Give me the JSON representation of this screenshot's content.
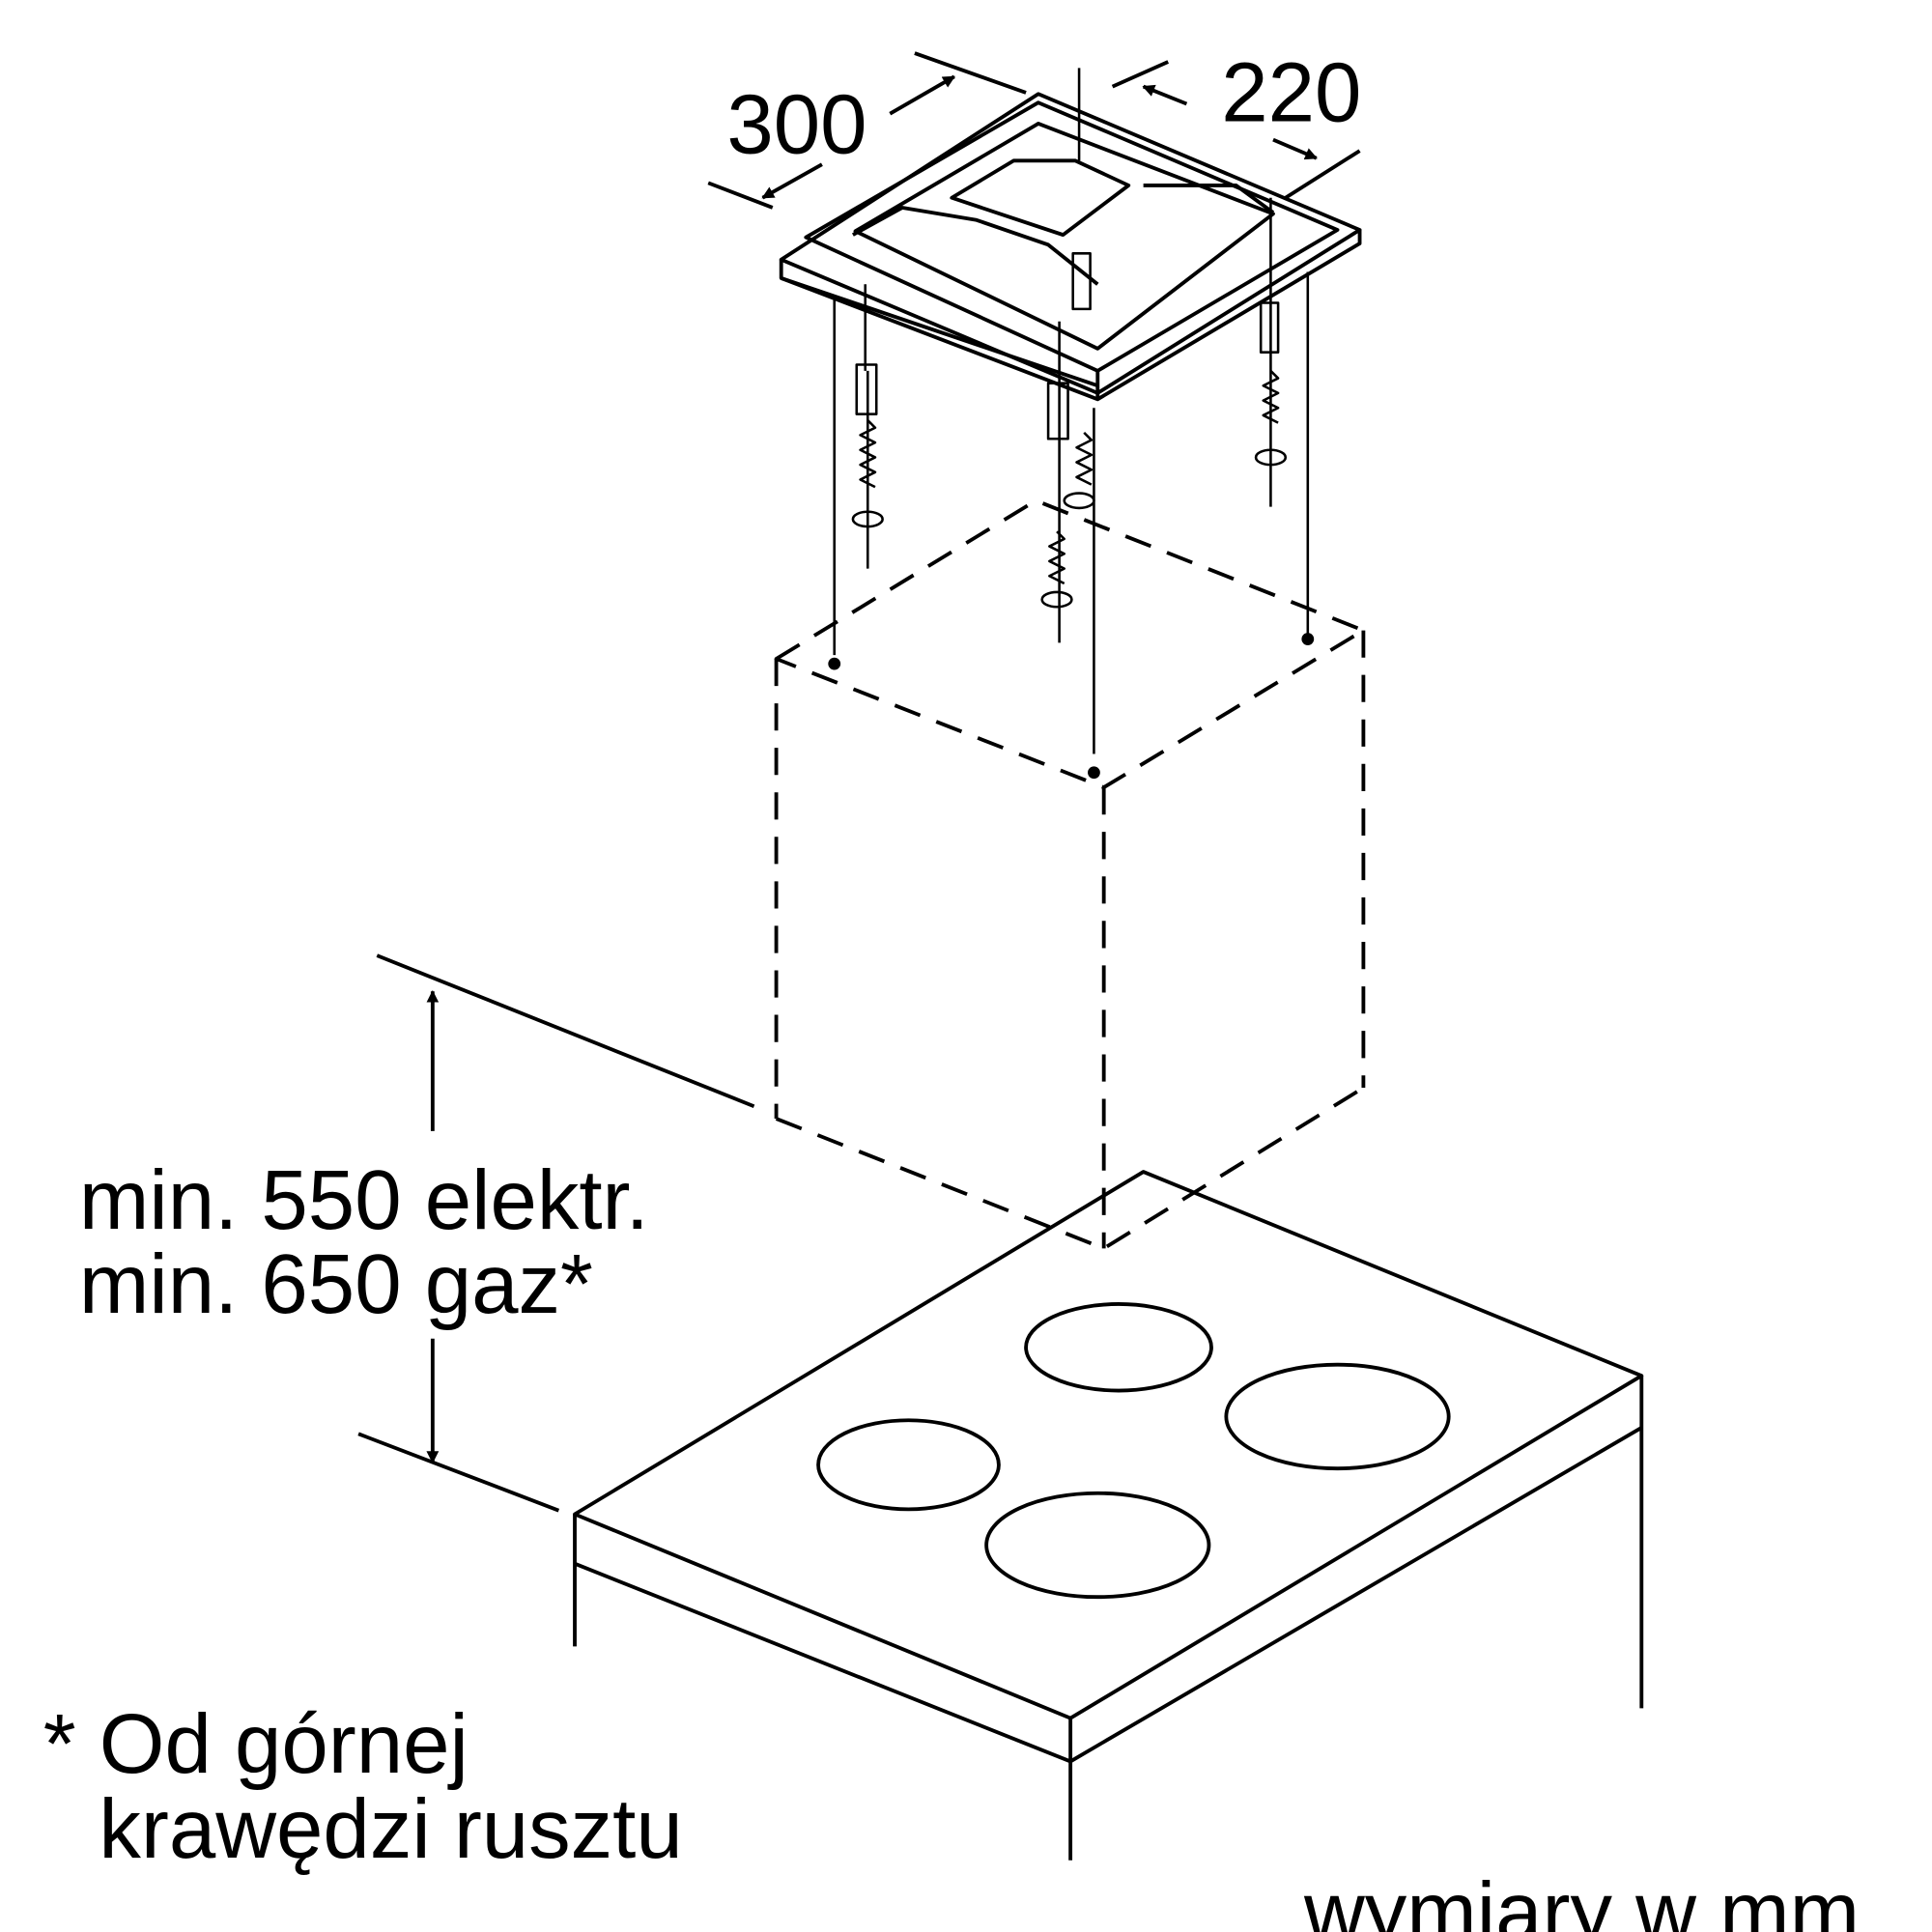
{
  "dimensions": {
    "depth": "300",
    "width": "220"
  },
  "height_note": {
    "line1": "min. 550 elektr.",
    "line2": "min. 650 gaz*"
  },
  "footnote": {
    "line1": "* Od górnej",
    "line2": "krawędzi rusztu"
  },
  "units_note": "wymiary w mm"
}
